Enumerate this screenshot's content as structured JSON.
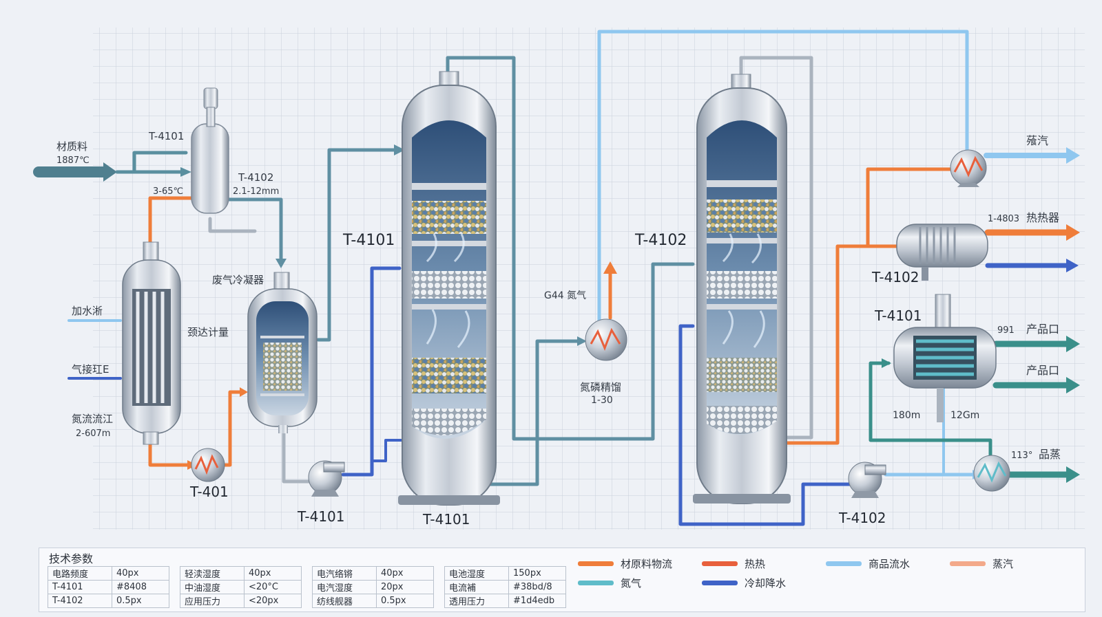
{
  "colors": {
    "feed": "#ef7d3a",
    "heat": "#e8603c",
    "product_water": "#8fc7ef",
    "steam": "#f3a98a",
    "nitrogen": "#5fbcc9",
    "cooling": "#3f63c7",
    "teal": "#3a8f8a",
    "steel": "#5f7f92"
  },
  "labels": {
    "feed_in": "材质料",
    "feed_temp": "1887℃",
    "t4101_top": "T-4101",
    "temp_range": "3-65℃",
    "t4102_sep": "T-4102",
    "t4102_size": "2.1-12mm",
    "waste_condenser": "废气冷凝器",
    "water_in": "加水淅",
    "gas_in": "气接玒E",
    "nitrogen_flow": "氮流流江",
    "nitrogen_flow_len": "2-607m",
    "metering": "颈达计量",
    "t401": "T-401",
    "pump_t4101": "T-4101",
    "column1_tag": "T-4101",
    "column1_bottom": "T-4101",
    "g44": "G44 氮气",
    "rectify": "氮磷精馏",
    "rectify_range": "1-30",
    "column2_tag": "T-4102",
    "pump_t4102": "T-4102",
    "steam_out": "蕵汽",
    "hx_code": "1-4803",
    "heater": "热热器",
    "hx_t4102": "T-4102",
    "hx_t4101": "T-4101",
    "out_991": "991",
    "product_out1": "产品口",
    "product_out2": "产品口",
    "len_180": "180m",
    "len_12": "12Gm",
    "temp_113": "113°",
    "product_steam": "品蒸"
  },
  "params": {
    "title": "技术参数",
    "tables": [
      [
        [
          "电路频度",
          "40px"
        ],
        [
          "T-4101",
          "#8408"
        ],
        [
          "T-4102",
          "0.5px"
        ]
      ],
      [
        [
          "轻渎湿度",
          "40px"
        ],
        [
          "中油湿度",
          "<20°C"
        ],
        [
          "应用压力",
          "<20px"
        ]
      ],
      [
        [
          "电汽络锵",
          "40px"
        ],
        [
          "电汽湿度",
          "20px"
        ],
        [
          "纺线舰器",
          "0.5px"
        ]
      ],
      [
        [
          "电池湿度",
          "150px"
        ],
        [
          "电流補",
          "#38bd/8"
        ],
        [
          "透用压力",
          "#1d4edb"
        ]
      ]
    ]
  },
  "legend": [
    {
      "label": "材原料物流",
      "color": "#ef7d3a"
    },
    {
      "label": "热热",
      "color": "#e8603c"
    },
    {
      "label": "商品流水",
      "color": "#8fc7ef"
    },
    {
      "label": "蒸汽",
      "color": "#f3a98a"
    },
    {
      "label": "氮气",
      "color": "#5fbcc9"
    },
    {
      "label": "冷却降水",
      "color": "#3f63c7"
    }
  ]
}
